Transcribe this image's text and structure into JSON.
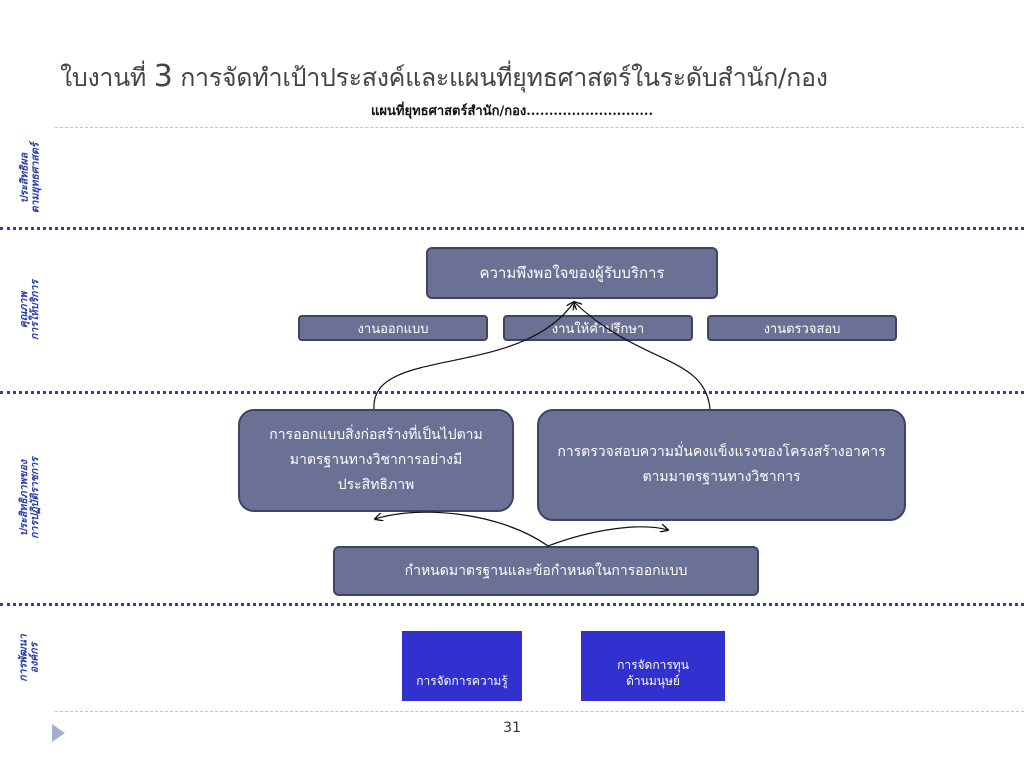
{
  "title": {
    "prefix": "ใบงานที่",
    "number": "3",
    "rest": "การจัดทำเป้าประสงค์และแผนที่ยุทธศาสตร์ในระดับสำนัก/กอง"
  },
  "subtitle": "แผนที่ยุทธศาสตร์สำนัก/กอง............................",
  "perspectives": {
    "effectiveness": [
      "ประสิทธิผล",
      "ตามยุทธศาสตร์"
    ],
    "quality": [
      "คุณภาพ",
      "การให้บริการ"
    ],
    "efficiency": [
      "ประสิทธิภาพของ",
      "การปฏิบัติราชการ"
    ],
    "development": [
      "การพัฒนา",
      "องค์กร"
    ]
  },
  "boxes": {
    "satisfaction": "ความพึงพอใจของผู้รับบริการ",
    "design_work": "งานออกแบบ",
    "consulting_work": "งานให้คำปรึกษา",
    "inspection_work": "งานตรวจสอบ",
    "design_efficiency": "การออกแบบสิ่งก่อสร้างที่เป็นไปตามมาตรฐานทางวิชาการอย่างมีประสิทธิภาพ",
    "inspection_strength": "การตรวจสอบความมั่นคงแข็งแรงของโครงสร้างอาคารตามมาตรฐานทางวิชาการ",
    "standards": "กำหนดมาตรฐานและข้อกำหนดในการออกแบบ",
    "knowledge_mgmt": "การจัดการความรู้",
    "human_capital": "การจัดการทุนด้านมนุษย์"
  },
  "colors": {
    "box_fill": "#6b7194",
    "box_border": "#3e4464",
    "dev_box_fill": "#3131cf",
    "divider": "#2c3fb0",
    "side_text": "#2a3fa8"
  },
  "page_number": "31"
}
